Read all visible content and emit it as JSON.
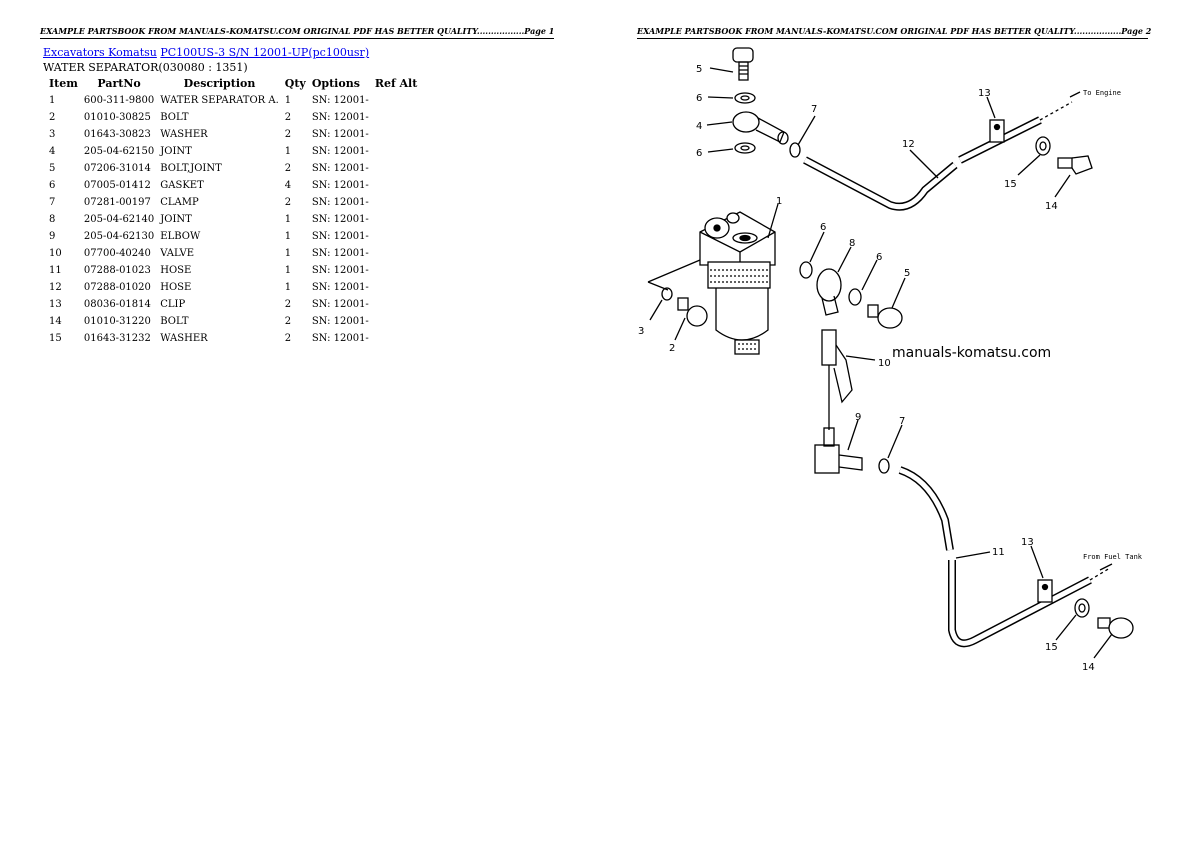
{
  "headers": {
    "left": "EXAMPLE PARTSBOOK FROM MANUALS-KOMATSU.COM ORIGINAL PDF HAS BETTER QUALITY.................Page 1",
    "right": "EXAMPLE PARTSBOOK FROM MANUALS-KOMATSU.COM ORIGINAL PDF HAS BETTER QUALITY.................Page 2"
  },
  "breadcrumb": {
    "link1": "Excavators Komatsu",
    "link2": "PC100US-3 S/N 12001-UP(pc100usr)"
  },
  "subtitle": "WATER SEPARATOR(030080 : 1351)",
  "table": {
    "columns": [
      "Item",
      "PartNo",
      "Description",
      "Qty",
      "Options",
      "Ref Alt"
    ],
    "rows": [
      [
        "1",
        "600-311-9800",
        "WATER SEPARATOR A.",
        "1",
        "SN: 12001-"
      ],
      [
        "2",
        "01010-30825",
        "BOLT",
        "2",
        "SN: 12001-"
      ],
      [
        "3",
        "01643-30823",
        "WASHER",
        "2",
        "SN: 12001-"
      ],
      [
        "4",
        "205-04-62150",
        "JOINT",
        "1",
        "SN: 12001-"
      ],
      [
        "5",
        "07206-31014",
        "BOLT,JOINT",
        "2",
        "SN: 12001-"
      ],
      [
        "6",
        "07005-01412",
        "GASKET",
        "4",
        "SN: 12001-"
      ],
      [
        "7",
        "07281-00197",
        "CLAMP",
        "2",
        "SN: 12001-"
      ],
      [
        "8",
        "205-04-62140",
        "JOINT",
        "1",
        "SN: 12001-"
      ],
      [
        "9",
        "205-04-62130",
        "ELBOW",
        "1",
        "SN: 12001-"
      ],
      [
        "10",
        "07700-40240",
        "VALVE",
        "1",
        "SN: 12001-"
      ],
      [
        "11",
        "07288-01023",
        "HOSE",
        "1",
        "SN: 12001-"
      ],
      [
        "12",
        "07288-01020",
        "HOSE",
        "1",
        "SN: 12001-"
      ],
      [
        "13",
        "08036-01814",
        "CLIP",
        "2",
        "SN: 12001-"
      ],
      [
        "14",
        "01010-31220",
        "BOLT",
        "2",
        "SN: 12001-"
      ],
      [
        "15",
        "01643-31232",
        "WASHER",
        "2",
        "SN: 12001-"
      ]
    ]
  },
  "diagram": {
    "watermark": "manuals-komatsu.com",
    "note_engine": "To Engine",
    "note_tank": "From Fuel Tank",
    "callouts": {
      "c5a": "5",
      "c6a": "6",
      "c4": "4",
      "c6b": "6",
      "c7a": "7",
      "c13a": "13",
      "c12": "12",
      "c15a": "15",
      "c14a": "14",
      "c1": "1",
      "c6c": "6",
      "c8": "8",
      "c6d": "6",
      "c5b": "5",
      "c3": "3",
      "c2": "2",
      "c10": "10",
      "c9": "9",
      "c7b": "7",
      "c11": "11",
      "c13b": "13",
      "c15b": "15",
      "c14b": "14"
    }
  }
}
